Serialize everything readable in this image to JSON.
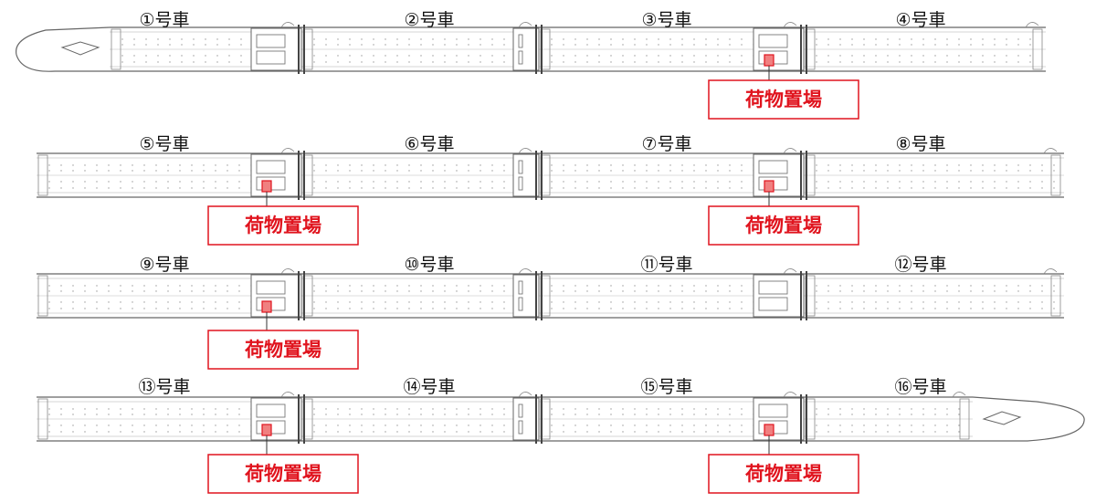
{
  "diagram": {
    "accent_color": "#e0141e",
    "marker_fill": "#f08080",
    "line_color": "#666666",
    "rows": [
      {
        "cars": [
          "①号車",
          "②号車",
          "③号車",
          "④号車"
        ],
        "storage": [
          {
            "car": 3,
            "label": "荷物置場"
          }
        ]
      },
      {
        "cars": [
          "⑤号車",
          "⑥号車",
          "⑦号車",
          "⑧号車"
        ],
        "storage": [
          {
            "car": 1,
            "label": "荷物置場"
          },
          {
            "car": 3,
            "label": "荷物置場"
          }
        ]
      },
      {
        "cars": [
          "⑨号車",
          "⑩号車",
          "⑪号車",
          "⑫号車"
        ],
        "storage": [
          {
            "car": 1,
            "label": "荷物置場"
          }
        ]
      },
      {
        "cars": [
          "⑬号車",
          "⑭号車",
          "⑮号車",
          "⑯号車"
        ],
        "storage": [
          {
            "car": 1,
            "label": "荷物置場"
          },
          {
            "car": 3,
            "label": "荷物置場"
          }
        ]
      }
    ]
  }
}
